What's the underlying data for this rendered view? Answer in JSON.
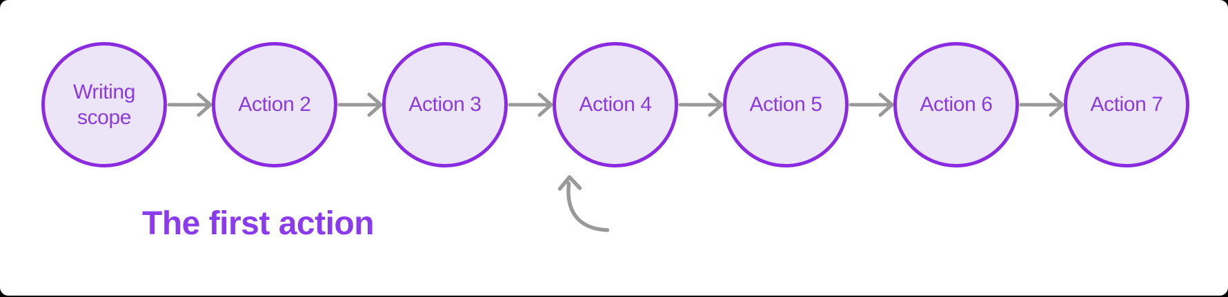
{
  "flowchart": {
    "nodes": [
      {
        "id": "writing-scope",
        "label": "Writing scope"
      },
      {
        "id": "action-2",
        "label": "Action 2"
      },
      {
        "id": "action-3",
        "label": "Action 3"
      },
      {
        "id": "action-4",
        "label": "Action 4"
      },
      {
        "id": "action-5",
        "label": "Action 5"
      },
      {
        "id": "action-6",
        "label": "Action 6"
      },
      {
        "id": "action-7",
        "label": "Action 7"
      }
    ],
    "connector_icon": "arrow-right-icon"
  },
  "annotation": {
    "label": "The first action",
    "arrow_icon": "curved-arrow-up-icon"
  },
  "colors": {
    "background": "#000000",
    "surface": "#ffffff",
    "node_fill": "#ece5f7",
    "node_border": "#8a2be2",
    "node_text": "#8a3bdf",
    "connector": "#999999",
    "annotation_text": "#8a3bec"
  }
}
